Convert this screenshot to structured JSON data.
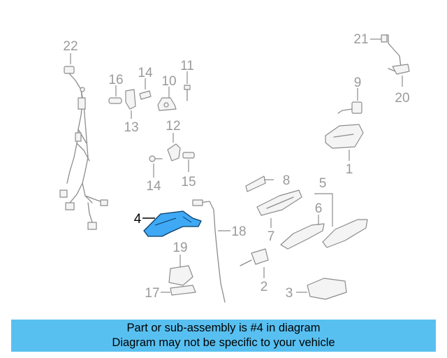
{
  "callouts": [
    {
      "id": "22",
      "label": "22"
    },
    {
      "id": "21",
      "label": "21"
    },
    {
      "id": "20",
      "label": "20"
    },
    {
      "id": "16",
      "label": "16"
    },
    {
      "id": "14a",
      "label": "14"
    },
    {
      "id": "10",
      "label": "10"
    },
    {
      "id": "11",
      "label": "11"
    },
    {
      "id": "13",
      "label": "13"
    },
    {
      "id": "9",
      "label": "9"
    },
    {
      "id": "12",
      "label": "12"
    },
    {
      "id": "1",
      "label": "1"
    },
    {
      "id": "14b",
      "label": "14"
    },
    {
      "id": "15",
      "label": "15"
    },
    {
      "id": "8",
      "label": "8"
    },
    {
      "id": "5",
      "label": "5"
    },
    {
      "id": "6",
      "label": "6"
    },
    {
      "id": "4",
      "label": "4"
    },
    {
      "id": "18",
      "label": "18"
    },
    {
      "id": "7",
      "label": "7"
    },
    {
      "id": "19",
      "label": "19"
    },
    {
      "id": "2",
      "label": "2"
    },
    {
      "id": "17",
      "label": "17"
    },
    {
      "id": "3",
      "label": "3"
    }
  ],
  "highlighted_part": "4",
  "highlight_color": "#3fa9f5",
  "banner": {
    "background": "#58c0f1",
    "line1": "Part or sub-assembly is #4 in diagram",
    "line2": "Diagram may not be specific to your vehicle"
  }
}
